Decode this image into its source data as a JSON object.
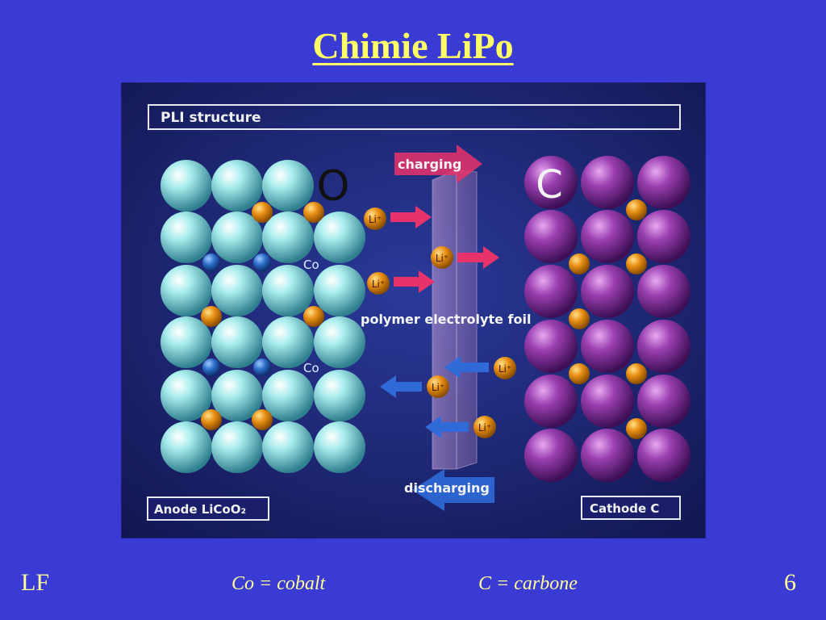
{
  "slide": {
    "title": "Chimie LiPo",
    "footer_left": "LF",
    "footer_note_co": "Co = cobalt",
    "footer_note_c": "C = carbone",
    "page_number": "6"
  },
  "diagram": {
    "header": "PLI structure",
    "anode_label": "Anode LiCoO₂",
    "cathode_label": "Cathode C",
    "oxygen_symbol": "O",
    "carbon_symbol": "C",
    "cobalt_label_1": "Co",
    "cobalt_label_2": "Co",
    "charging_label": "charging",
    "discharging_label": "discharging",
    "electrolyte_label": "polymer electrolyte foil",
    "lithium_ion_label": "Li⁺",
    "colors": {
      "oxygen": "#8fe0e0",
      "carbon": "#9a3fb0",
      "lithium": "#e88f14",
      "cobalt": "#2a6cc8",
      "charging_arrow": "#e8336a",
      "discharging_arrow": "#2f6ad8",
      "background": "#1b1f6b"
    }
  }
}
